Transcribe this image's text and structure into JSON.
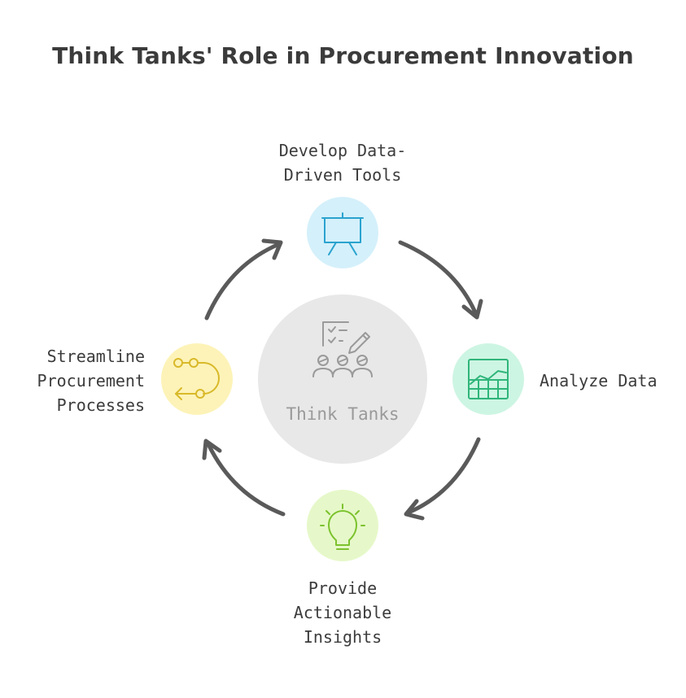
{
  "title": "Think Tanks' Role in Procurement Innovation",
  "center": {
    "label": "Think Tanks",
    "icon": "think-tank-team-icon",
    "color": "#e8e8e8"
  },
  "steps": [
    {
      "id": "develop",
      "lines": [
        "Develop Data-",
        "Driven Tools"
      ],
      "icon": "presentation-easel-icon",
      "circle_color": "#d4f0fb",
      "icon_color": "#2aa3cf"
    },
    {
      "id": "analyze",
      "lines": [
        "Analyze Data"
      ],
      "icon": "spreadsheet-chart-icon",
      "circle_color": "#cdf5e3",
      "icon_color": "#2fb57a"
    },
    {
      "id": "insights",
      "lines": [
        "Provide",
        "Actionable",
        "Insights"
      ],
      "icon": "lightbulb-icon",
      "circle_color": "#e6f8c9",
      "icon_color": "#7cc22e"
    },
    {
      "id": "streamline",
      "lines": [
        "Streamline",
        "Procurement",
        "Processes"
      ],
      "icon": "route-flow-icon",
      "circle_color": "#fdf3b8",
      "icon_color": "#d9b92a"
    }
  ],
  "arrow_color": "#5a5a5a"
}
